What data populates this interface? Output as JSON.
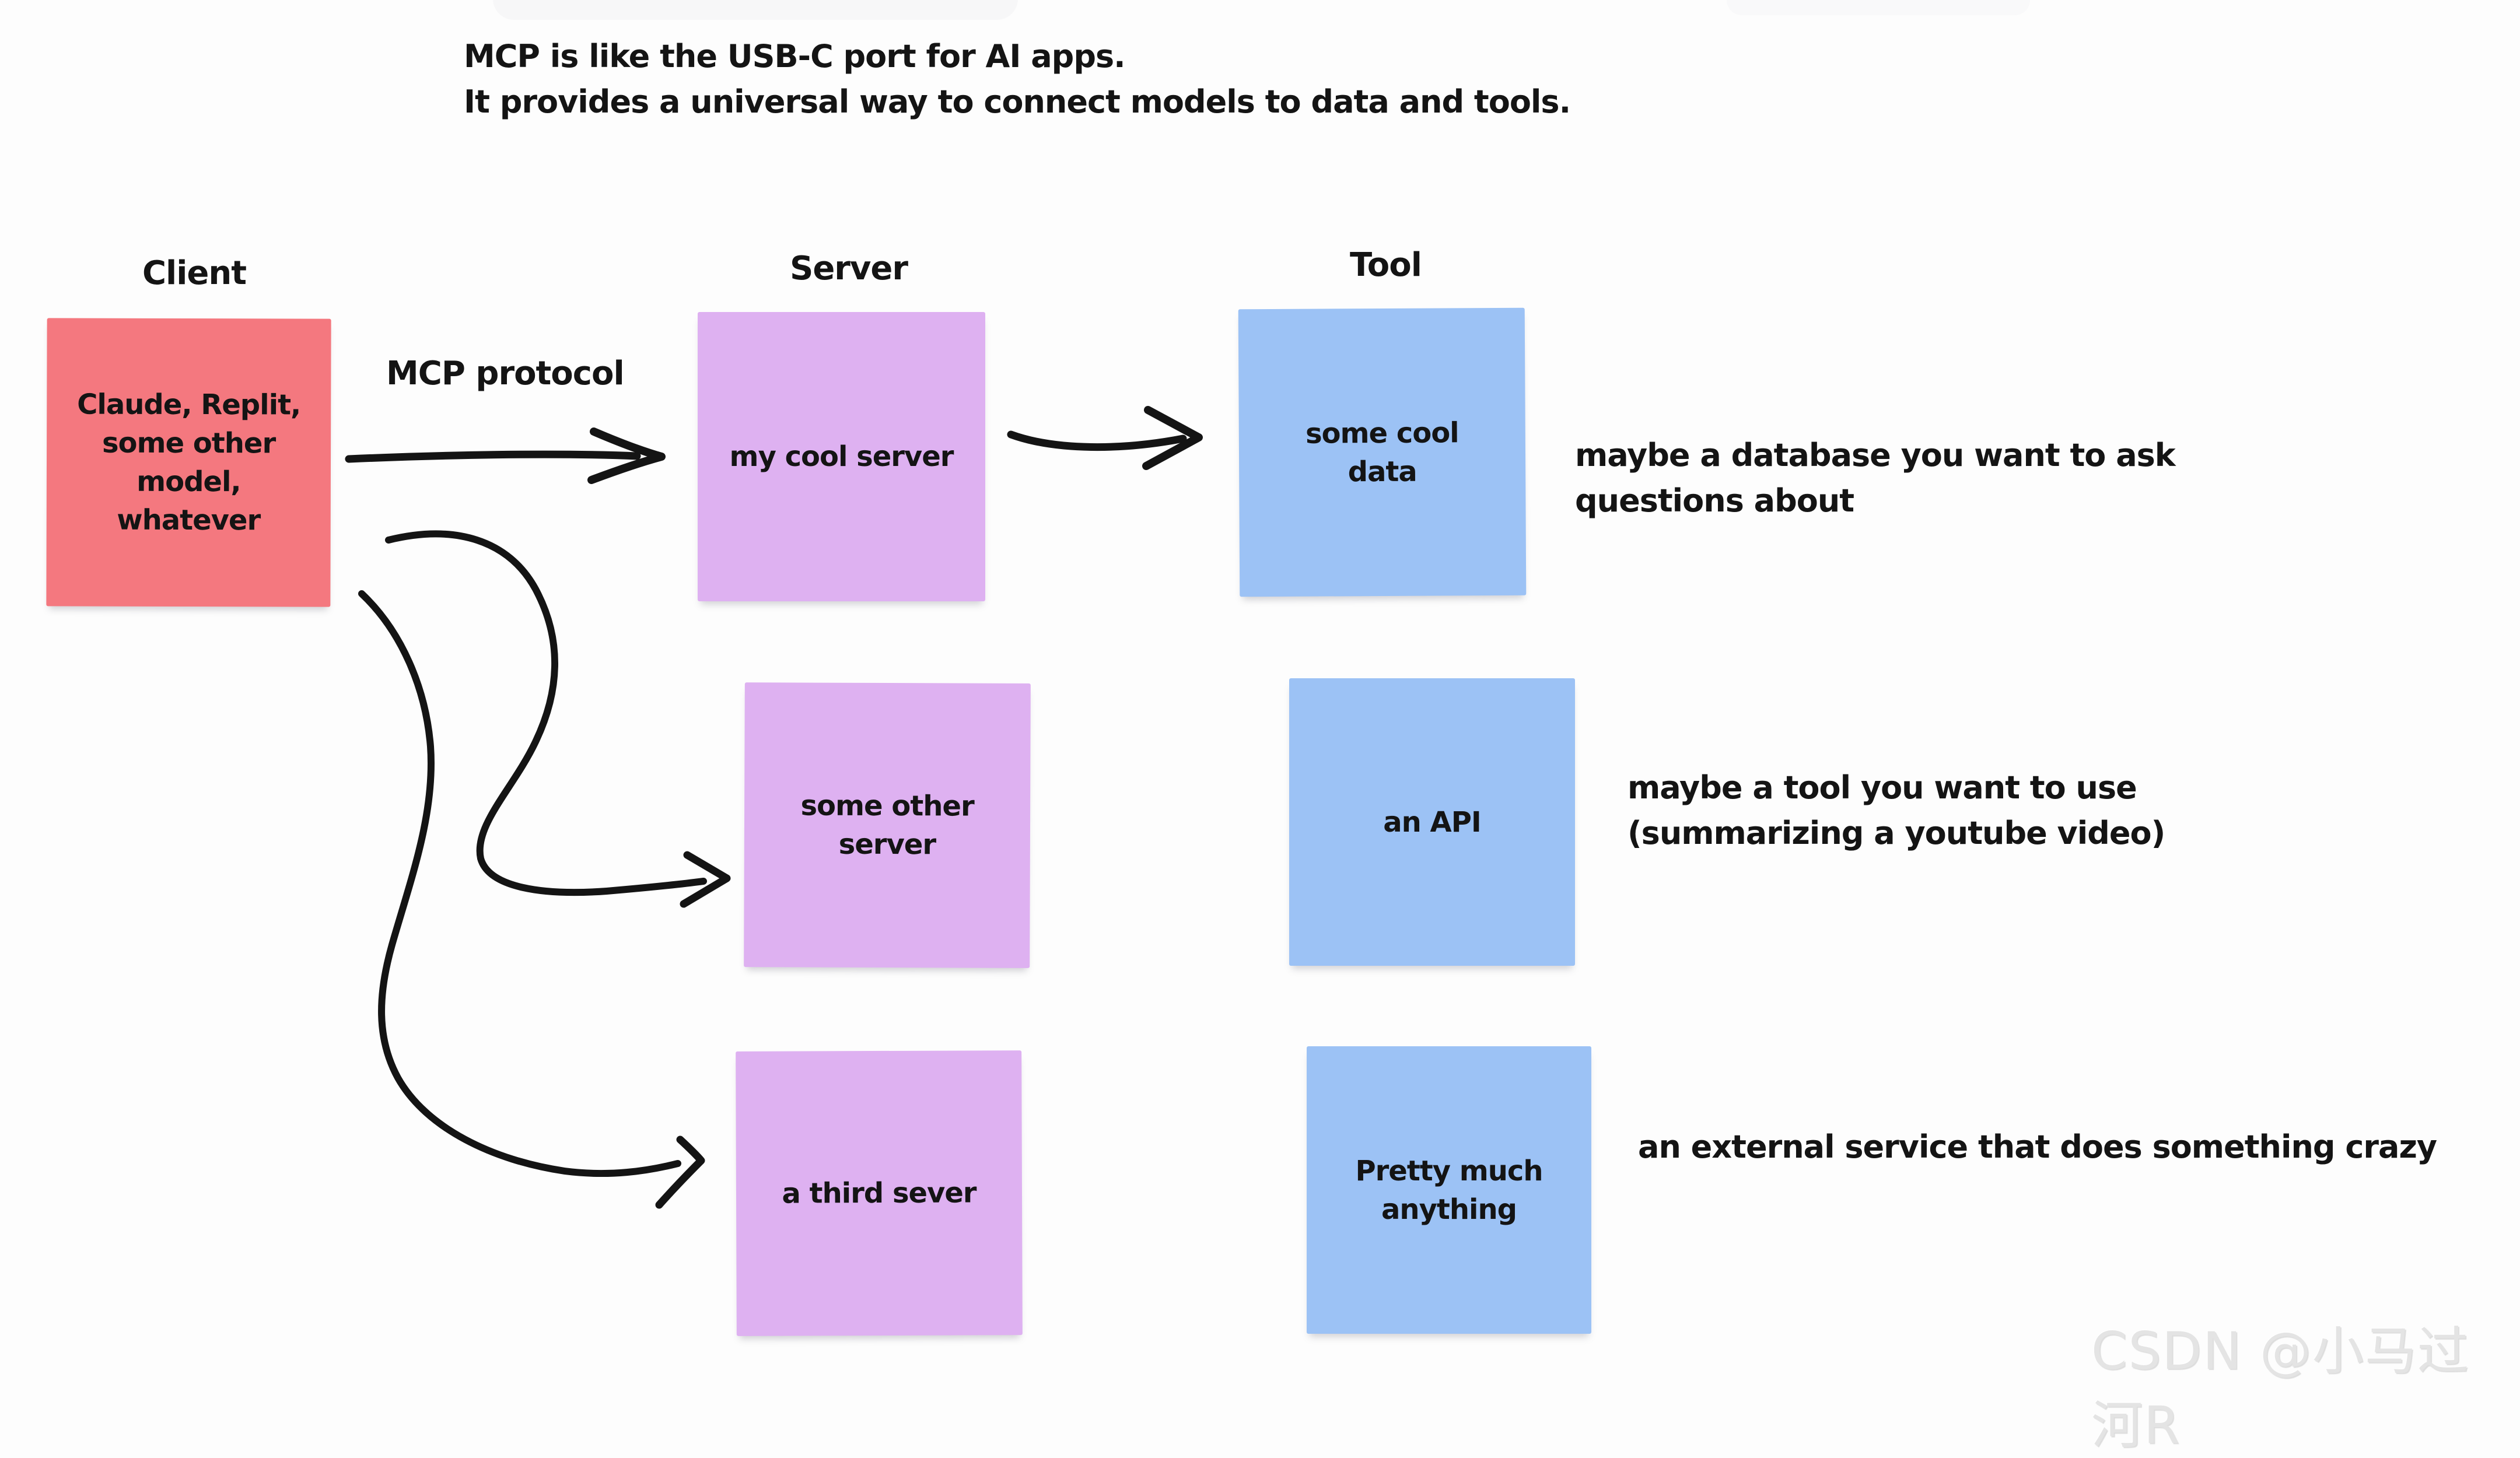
{
  "title": {
    "text": "MCP is like the USB-C port for AI apps.\nIt provides a universal way to connect models to data and tools."
  },
  "column_headers": {
    "client": "Client",
    "server": "Server",
    "tool": "Tool"
  },
  "labels": {
    "protocol": "MCP protocol"
  },
  "notes": {
    "client": {
      "text": "Claude, Replit,\nsome other\nmodel,\nwhatever"
    },
    "server1": {
      "text": "my cool server"
    },
    "server2": {
      "text": "some other\nserver"
    },
    "server3": {
      "text": "a third sever"
    },
    "tool1": {
      "text": "some cool\ndata"
    },
    "tool2": {
      "text": "an API"
    },
    "tool3": {
      "text": "Pretty much\nanything"
    }
  },
  "annotations": {
    "tool1": "maybe a database you want to ask\nquestions about",
    "tool2": "maybe a tool you want to use\n(summarizing a youtube video)",
    "tool3": "an external service that does something crazy"
  },
  "watermark": "CSDN @小马过河R",
  "colors": {
    "client_note": "#F4787F",
    "server_note": "#DEB1F1",
    "tool_note": "#9CC2F5",
    "ink": "#141414",
    "watermark": "#E4E4E4",
    "background": "#FDFDFD"
  }
}
